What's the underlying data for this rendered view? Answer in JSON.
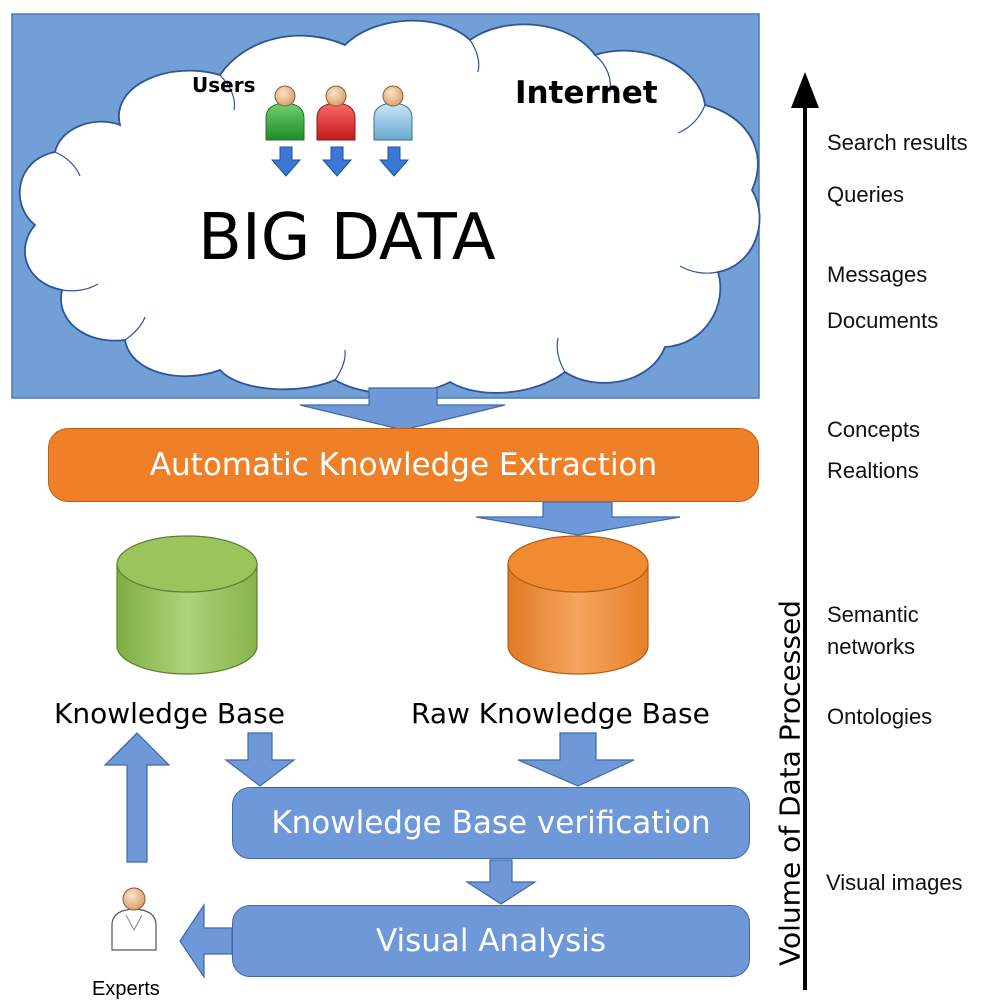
{
  "cloud": {
    "users_label": "Users",
    "internet_label": "Internet",
    "big_data_label": "BIG DATA"
  },
  "steps": {
    "extraction": "Automatic Knowledge Extraction",
    "verification": "Knowledge Base verification",
    "visual_analysis": "Visual Analysis"
  },
  "databases": {
    "knowledge_base": "Knowledge Base",
    "raw_knowledge_base": "Raw Knowledge Base"
  },
  "experts_label": "Experts",
  "axis": {
    "label": "Volume of Data Processed",
    "levels": [
      "Search results",
      "Queries",
      "Messages",
      "Documents",
      "Concepts",
      "Realtions",
      "Semantic\nnetworks",
      "Ontologies",
      "Visual images"
    ]
  },
  "colors": {
    "cloud_background": "#729fd6",
    "extraction": "#ef8027",
    "verification": "#6f98d8",
    "knowledge_base_db": "#9bc45c",
    "raw_knowledge_base_db": "#f08a33",
    "arrow": "#6f98d8"
  },
  "icons": {
    "users": [
      "green-user-icon",
      "red-user-icon",
      "light-blue-user-icon"
    ],
    "expert": "expert-user-icon"
  }
}
